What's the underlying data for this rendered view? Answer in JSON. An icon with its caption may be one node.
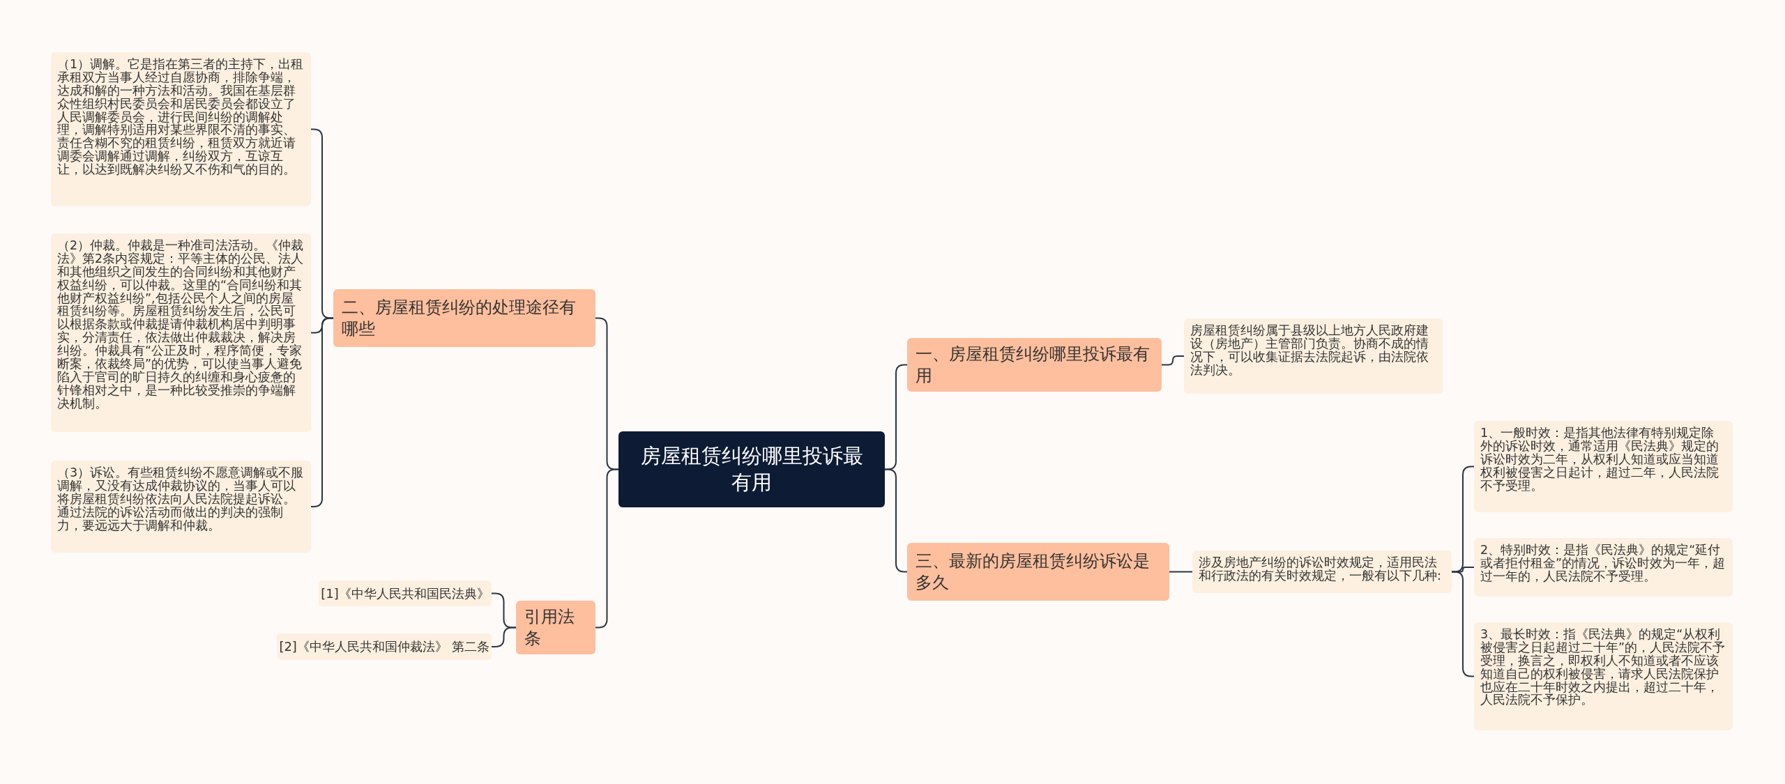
{
  "diagram": {
    "nodes": [
      {
        "text": [
          "房屋租赁纠纷哪里投诉最有用"
        ]
      },
      {
        "text": [
          "二、房屋租赁纠纷的处理途径有哪些"
        ]
      },
      {
        "text": [
          "（1）调解。它是指在第三者的主持下，出租承租双方当事人经过自愿协商，排除争端，达成和解的一种方法和活动。我国在基层群众性组织村民委员会和居民委员会都设立了人民调解委员会，进行民间纠纷的调解处理，调解特别适用对某些界限不清的事实、责任含糊不究的租赁纠纷，租赁双方就近请调委会调解通过调解，纠纷双方，互谅互让，以达到既解决纠纷又不伤和气的目的。"
        ]
      },
      {
        "text": [
          "（2）仲裁。仲裁是一种准司法活动。《仲裁法》第2条内容规定：平等主体的公民、法人和其他组织之间发生的合同纠纷和其他财产权益纠纷，可以仲裁。这里的“合同纠纷和其他财产权益纠纷”,包括公民个人之间的房屋租赁纠纷等。房屋租赁纠纷发生后，公民可以根据条款或仲裁提请仲裁机构居中判明事实，分清责任，依法做出仲裁裁决，解决房纠纷。仲裁具有“公正及时，程序简便，专家断案，依裁终局”的优势，可以使当事人避免陷入于官司的旷日持久的纠缠和身心疲惫的针锋相对之中，是一种比较受推崇的争端解决机制。"
        ]
      },
      {
        "text": [
          "（3）诉讼。有些租赁纠纷不愿意调解或不服调解，又没有达成仲裁协议的，当事人可以将房屋租赁纠纷依法向人民法院提起诉讼。通过法院的诉讼活动而做出的判决的强制力，要远远大于调解和仲裁。"
        ]
      },
      {
        "text": [
          "引用法条"
        ]
      },
      {
        "text": [
          "[1]《中华人民共和国民法典》"
        ]
      },
      {
        "text": [
          "[2]《中华人民共和国仲裁法》 第二条"
        ]
      },
      {
        "text": [
          "一、房屋租赁纠纷哪里投诉最有用"
        ]
      },
      {
        "text": [
          "房屋租赁纠纷属于县级以上地方人民政府建设（房地产）主管部门负责。协商不成的情况下，可以收集证据去法院起诉，由法院依法判决。"
        ]
      },
      {
        "text": [
          "三、最新的房屋租赁纠纷诉讼是多久"
        ]
      },
      {
        "text": [
          "涉及房地产纠纷的诉讼时效规定，适用民法和行政法的有关时效规定，一般有以下几种:"
        ]
      },
      {
        "text": [
          "1、一般时效：是指其他法律有特别规定除外的诉讼时效，通常适用《民法典》规定的诉讼时效为二年，从权利人知道或应当知道权利被侵害之日起计，超过二年，人民法院不予受理。"
        ]
      },
      {
        "text": [
          "2、特别时效：是指《民法典》的规定“延付或者拒付租金”的情况，诉讼时效为一年，超过一年的，人民法院不予受理。"
        ]
      },
      {
        "text": [
          "3、最长时效：指《民法典》的规定“从权利被侵害之日起超过二十年”的，人民法院不予受理，换言之，即权利人不知道或者不应该知道自己的权利被侵害，请求人民法院保护也应在二十年时效之内提出，超过二十年，人民法院不予保护。"
        ]
      }
    ],
    "edges": [
      {
        "from": 0,
        "to": 1,
        "arrow": "none"
      },
      {
        "from": 1,
        "to": 2,
        "arrow": "none"
      },
      {
        "from": 1,
        "to": 3,
        "arrow": "none"
      },
      {
        "from": 1,
        "to": 4,
        "arrow": "none"
      },
      {
        "from": 0,
        "to": 5,
        "arrow": "none"
      },
      {
        "from": 5,
        "to": 6,
        "arrow": "none"
      },
      {
        "from": 5,
        "to": 7,
        "arrow": "none"
      },
      {
        "from": 0,
        "to": 8,
        "arrow": "none"
      },
      {
        "from": 8,
        "to": 9,
        "arrow": "none"
      },
      {
        "from": 0,
        "to": 10,
        "arrow": "none"
      },
      {
        "from": 10,
        "to": 11,
        "arrow": "none"
      },
      {
        "from": 11,
        "to": 12,
        "arrow": "none"
      },
      {
        "from": 11,
        "to": 13,
        "arrow": "none"
      },
      {
        "from": 11,
        "to": 14,
        "arrow": "none"
      }
    ]
  }
}
